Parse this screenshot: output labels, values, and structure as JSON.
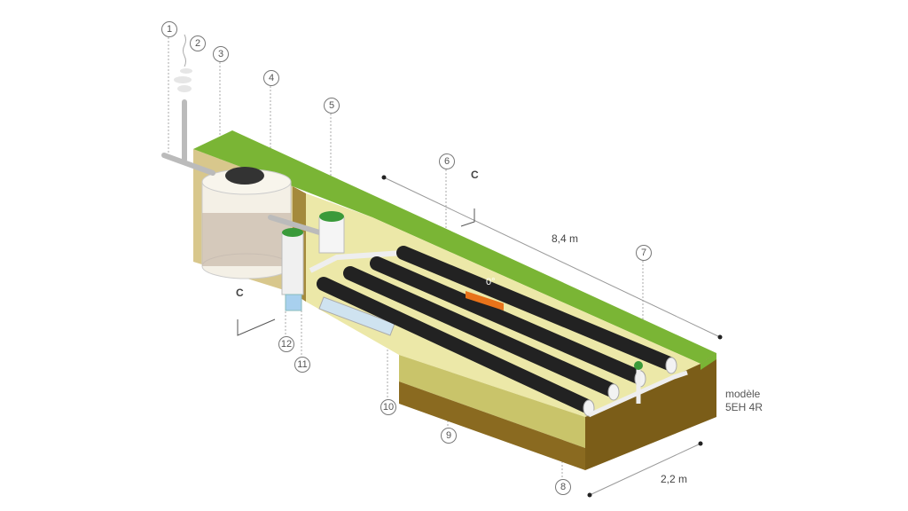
{
  "callouts": [
    "1",
    "2",
    "3",
    "4",
    "5",
    "6",
    "7",
    "8",
    "9",
    "10",
    "11",
    "12"
  ],
  "section_mark": "C",
  "dimensions": {
    "length": "8,4 m",
    "width": "2,2 m"
  },
  "slope_label": "0°",
  "model": {
    "line1": "modèle",
    "line2": "5EH 4R"
  },
  "colors": {
    "grass": "#7ab535",
    "soil": "#8a6a20",
    "sand": "#ece8a8",
    "pipe": "#222222",
    "level": "#e8731a"
  }
}
